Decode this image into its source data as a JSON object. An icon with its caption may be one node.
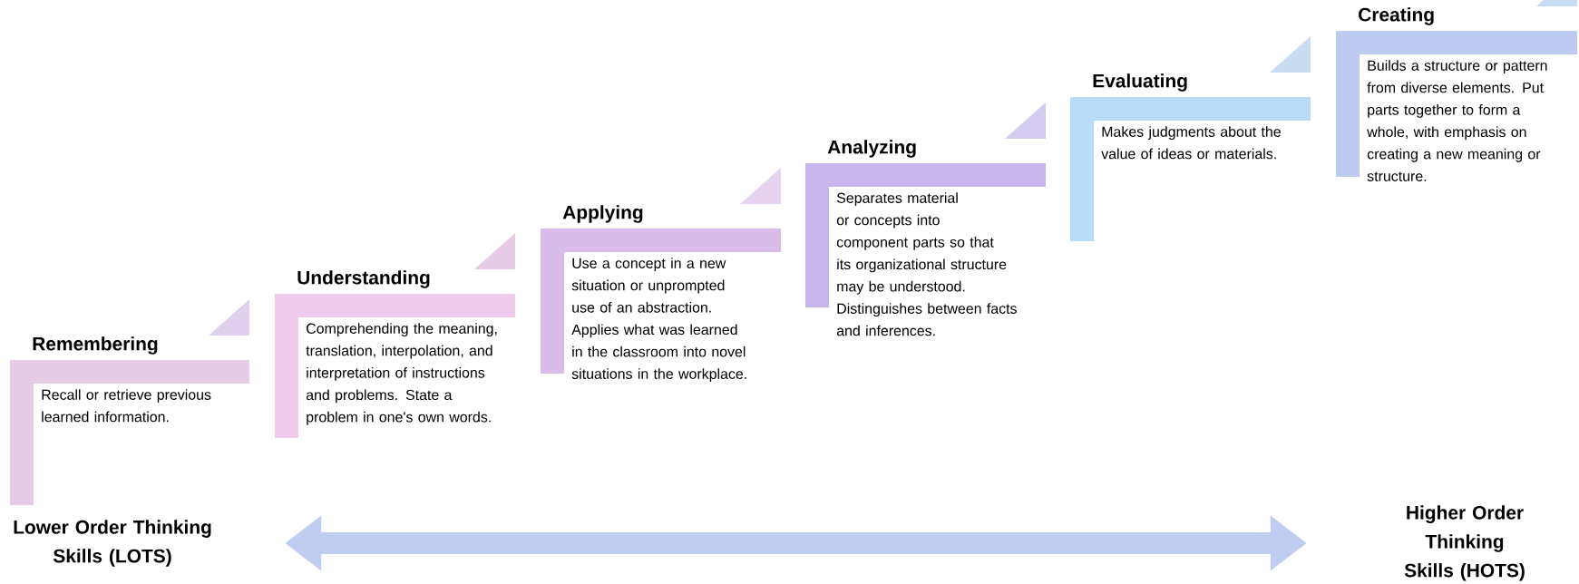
{
  "diagram": {
    "nodes": [
      {
        "text": [
          "Remembering",
          "Recall or retrieve previous learned information."
        ]
      },
      {
        "text": [
          "Understanding",
          "Comprehending the meaning, translation, interpolation, and interpretation of instructions and problems. State a problem in one's own words."
        ]
      },
      {
        "text": [
          "Applying",
          "Use a concept in a new situation or unprompted use of an abstraction. Applies what was learned in the classroom into novel situations in the workplace."
        ]
      },
      {
        "text": [
          "Analyzing",
          "Separates material or concepts into component parts so that its organizational structure may be understood. Distinguishes between facts and inferences."
        ]
      },
      {
        "text": [
          "Evaluating",
          "Makes judgments about the value of ideas or materials."
        ]
      },
      {
        "text": [
          "Creating",
          "Builds a structure or pattern from diverse elements. Put parts together to form a whole, with emphasis on creating a new meaning or structure."
        ]
      },
      {
        "text": [
          "Lower Order Thinking Skills (LOTS)"
        ]
      },
      {
        "text": [
          "Higher Order Thinking Skills (HOTS)"
        ]
      }
    ],
    "edges": [
      {
        "from": 6,
        "to": 7,
        "arrow": "both"
      }
    ]
  }
}
